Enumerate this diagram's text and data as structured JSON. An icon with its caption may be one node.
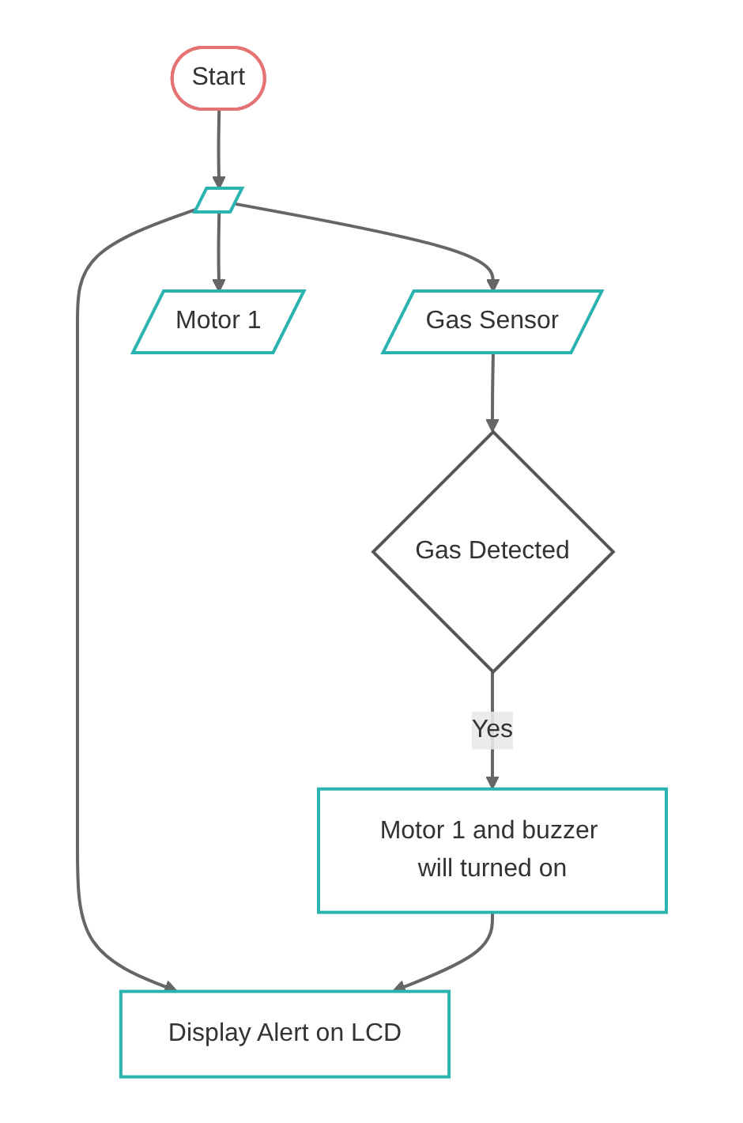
{
  "diagram": {
    "nodes": [
      {
        "text": [
          "Start"
        ]
      },
      {
        "text": [],
        "shape": "parallelogram"
      },
      {
        "text": [
          "Gas Sensor"
        ]
      },
      {
        "text": [
          "Motor 1"
        ]
      },
      {
        "text": [
          "Gas Detected"
        ]
      },
      {
        "text": [
          "Motor 1 and buzzer will turned on"
        ]
      },
      {
        "text": [
          "Display Alert on LCD"
        ]
      }
    ],
    "edges": [
      {
        "from": 0,
        "to": 1,
        "arrow": "to"
      },
      {
        "from": 1,
        "to": 2,
        "arrow": "to"
      },
      {
        "from": 1,
        "to": 3,
        "arrow": "to"
      },
      {
        "from": 1,
        "to": 6,
        "arrow": "to"
      },
      {
        "from": 2,
        "to": 4,
        "arrow": "to"
      },
      {
        "from": 4,
        "to": 5,
        "arrow": "to",
        "label": "Yes"
      },
      {
        "from": 5,
        "to": 6,
        "arrow": "to"
      }
    ]
  }
}
